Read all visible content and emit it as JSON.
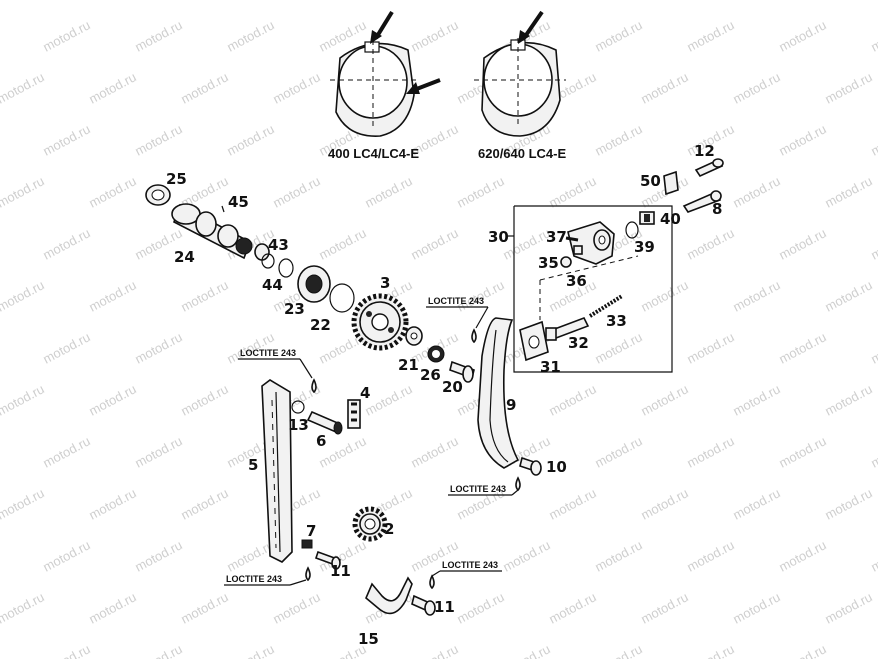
{
  "watermark": "motod.ru",
  "captions": {
    "left_variant": "400 LC4/LC4-E",
    "right_variant": "620/640 LC4-E"
  },
  "loctite": {
    "label": "LOCTITE 243"
  },
  "parts": {
    "p2": "2",
    "p3": "3",
    "p4": "4",
    "p5": "5",
    "p6": "6",
    "p7": "7",
    "p8": "8",
    "p9": "9",
    "p10": "10",
    "p11a": "11",
    "p11b": "11",
    "p12": "12",
    "p13": "13",
    "p15": "15",
    "p20": "20",
    "p21": "21",
    "p22": "22",
    "p23": "23",
    "p24": "24",
    "p25": "25",
    "p26": "26",
    "p30": "30",
    "p31": "31",
    "p32": "32",
    "p33": "33",
    "p35": "35",
    "p36": "36",
    "p37": "37",
    "p39": "39",
    "p40": "40",
    "p43": "43",
    "p44": "44",
    "p45": "45",
    "p50": "50"
  }
}
